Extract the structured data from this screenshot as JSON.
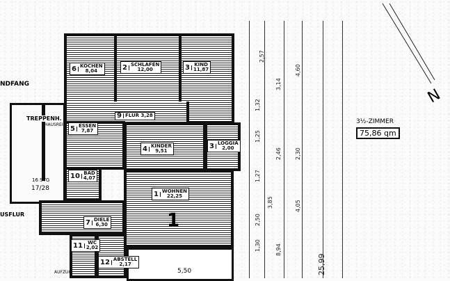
{
  "plan": {
    "unit_type": "3½-ZIMMER",
    "total_area": "75,86 qm",
    "north_label": "N",
    "rooms": [
      {
        "num": "6",
        "name": "KOCHEN",
        "area": "8,04"
      },
      {
        "num": "2",
        "name": "SCHLAFEN",
        "area": "12,00"
      },
      {
        "num": "3",
        "name": "KIND",
        "area": "11,87"
      },
      {
        "num": "9",
        "name": "FLUR",
        "area": "3,28"
      },
      {
        "num": "5",
        "name": "ESSEN",
        "area": "7,87"
      },
      {
        "num": "4",
        "name": "KINDER",
        "area": "9,51"
      },
      {
        "num": "3",
        "name": "LOGGIA",
        "area": "2,00"
      },
      {
        "num": "1",
        "name": "WOHNEN",
        "area": "22,25"
      },
      {
        "num": "7",
        "name": "DIELE",
        "area": "6,30"
      },
      {
        "num": "10",
        "name": "BAD",
        "area": "4,07"
      },
      {
        "num": "11",
        "name": "WC",
        "area": "2,02"
      },
      {
        "num": "12",
        "name": "ABSTELL",
        "area": "2,17"
      }
    ],
    "other_labels": {
      "windfang": "NDFANG",
      "treppenhaus": "TREPPENH.",
      "hausreinigung": "HAUSREINIG.",
      "steps": "16 STG",
      "steps_ratio": "17/28",
      "big_number": "1",
      "bottom_dim": "5,50",
      "aufzug": "AUFZUG",
      "ausflur": "USFLUR"
    },
    "dimensions": [
      "2,57",
      "3,14",
      "4,60",
      "1,32",
      "2,46",
      "1,25",
      "2,30",
      "1,27",
      "4,05",
      "2,50",
      "8,94",
      "1,30",
      "25,99",
      "3,85"
    ]
  }
}
